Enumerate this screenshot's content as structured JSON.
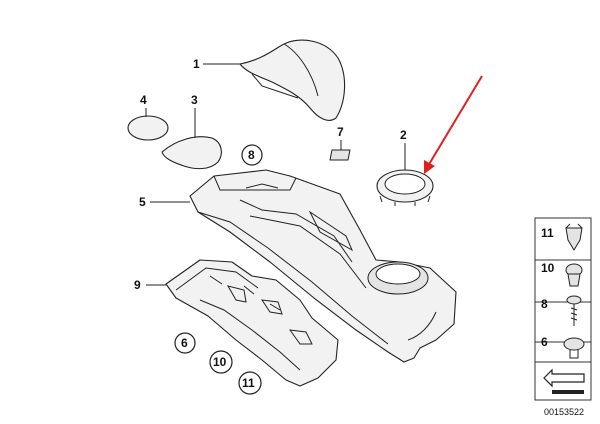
{
  "callouts": {
    "c1": "1",
    "c2": "2",
    "c3": "3",
    "c4": "4",
    "c5": "5",
    "c6": "6",
    "c7": "7",
    "c8": "8",
    "c9": "9",
    "c10": "10",
    "c11": "11"
  },
  "legend": {
    "items": [
      {
        "num": "11",
        "icon": "push-nut-icon"
      },
      {
        "num": "10",
        "icon": "expanding-nut-icon"
      },
      {
        "num": "8",
        "icon": "screw-icon"
      },
      {
        "num": "6",
        "icon": "clip-icon"
      }
    ],
    "footer_icon": "section-arrow-icon"
  },
  "diagram_code": "00153522",
  "colors": {
    "arrow": "#e02020",
    "line": "#222222"
  }
}
